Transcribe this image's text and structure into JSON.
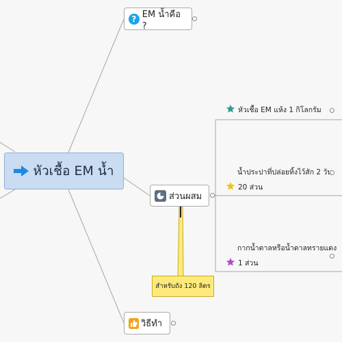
{
  "central": {
    "label": "หัวเชื้อ EM น้ำ"
  },
  "topics": [
    {
      "label": "EM น้ำคือ ?",
      "icon": "question-icon"
    },
    {
      "label": "ส่วนผสม",
      "icon": "pie-chart-icon"
    },
    {
      "label": "วิธีทำ",
      "icon": "thumbs-up-icon"
    }
  ],
  "ingredients": [
    {
      "line1": "หัวเชื้อ EM  แห้ง 1 กิโลกรัม",
      "line2": "",
      "star_color": "#2e9b8f"
    },
    {
      "line1": "น้ำประปาที่ปล่อยทิ้งไว้สัก 2 วัน",
      "line2": "20 ส่วน",
      "star_color": "#f2c21b"
    },
    {
      "line1": "กากน้ำตาลหรือน้ำตาลทรายแดง",
      "line2": "1 ส่วน",
      "star_color": "#b04fc4"
    }
  ],
  "callout": {
    "text": "สำหรับถัง 120 ลิตร"
  }
}
